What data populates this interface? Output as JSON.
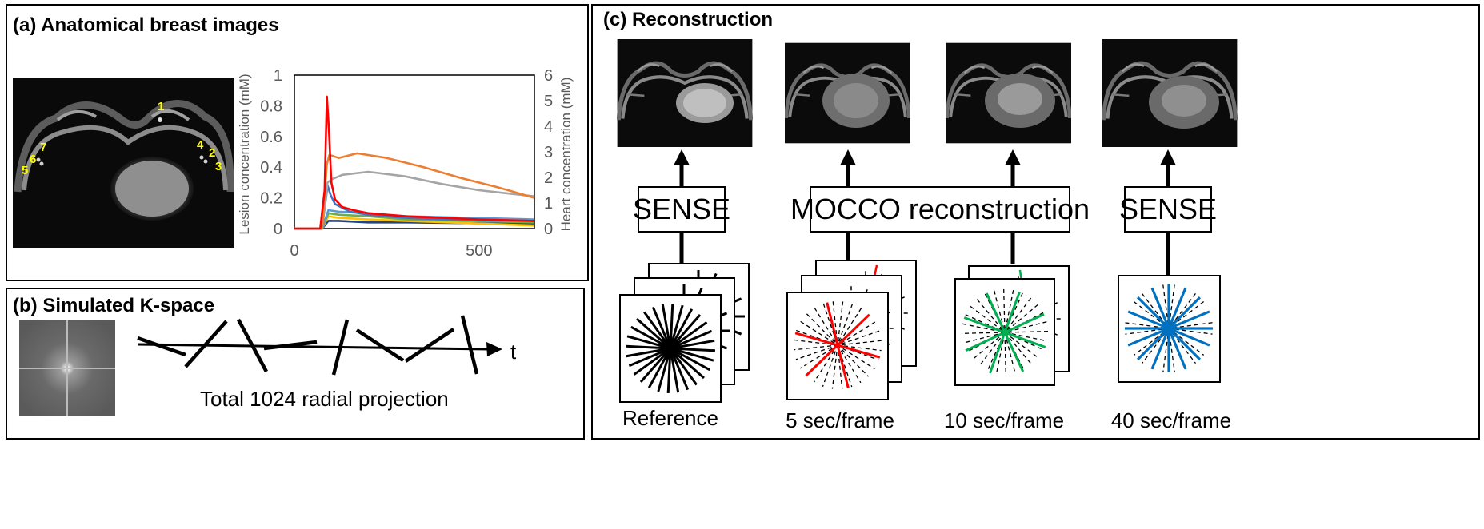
{
  "panel_a": {
    "title": "(a) Anatomical breast images",
    "markers": [
      "1",
      "2",
      "3",
      "4",
      "5",
      "6",
      "7"
    ]
  },
  "panel_b": {
    "title": "(b) Simulated K-space",
    "axis_label": "t",
    "caption": "Total 1024 radial projection"
  },
  "panel_c": {
    "title": "(c) Reconstruction",
    "boxes": [
      "SENSE",
      "MOCCO reconstruction",
      "SENSE"
    ],
    "captions": [
      "Reference",
      "5 sec/frame",
      "10 sec/frame",
      "40 sec/frame"
    ],
    "spoke_colors": {
      "reference": "#000000",
      "sec5": "#ff0000",
      "sec10": "#00b050",
      "sec40": "#0070c0"
    }
  },
  "chart_data": {
    "type": "line",
    "xlabel": "",
    "ylabel": "Lesion concentration (mM)",
    "y2label": "Heart concentration (mM)",
    "xlim": [
      0,
      650
    ],
    "ylim": [
      0,
      1
    ],
    "y2lim": [
      0,
      6
    ],
    "xticks": [
      "0",
      "500"
    ],
    "yticks": [
      "0",
      "0.2",
      "0.4",
      "0.6",
      "0.8",
      "1"
    ],
    "y2ticks": [
      "0",
      "1",
      "2",
      "3",
      "4",
      "5",
      "6"
    ],
    "grid": false,
    "series": [
      {
        "color": "#ff0000",
        "x": [
          0,
          70,
          82,
          88,
          94,
          100,
          110,
          130,
          160,
          200,
          300,
          400,
          500,
          650
        ],
        "y": [
          0,
          0,
          0.25,
          0.86,
          0.62,
          0.3,
          0.19,
          0.14,
          0.12,
          0.1,
          0.08,
          0.07,
          0.06,
          0.05
        ]
      },
      {
        "color": "#ed7d31",
        "x": [
          0,
          75,
          88,
          95,
          120,
          170,
          250,
          350,
          450,
          550,
          650
        ],
        "y": [
          0,
          0,
          0.42,
          0.48,
          0.46,
          0.49,
          0.46,
          0.4,
          0.33,
          0.27,
          0.2
        ]
      },
      {
        "color": "#a5a5a5",
        "x": [
          0,
          75,
          90,
          100,
          130,
          200,
          300,
          400,
          500,
          650
        ],
        "y": [
          0,
          0,
          0.3,
          0.32,
          0.35,
          0.37,
          0.34,
          0.29,
          0.25,
          0.21
        ]
      },
      {
        "color": "#4472c4",
        "x": [
          0,
          75,
          90,
          98,
          110,
          150,
          200,
          300,
          400,
          650
        ],
        "y": [
          0,
          0,
          0.28,
          0.22,
          0.16,
          0.11,
          0.09,
          0.07,
          0.06,
          0.05
        ]
      },
      {
        "color": "#5b9bd5",
        "x": [
          0,
          75,
          92,
          120,
          200,
          300,
          650
        ],
        "y": [
          0,
          0,
          0.12,
          0.11,
          0.1,
          0.08,
          0.06
        ]
      },
      {
        "color": "#70ad47",
        "x": [
          0,
          75,
          92,
          120,
          200,
          300,
          650
        ],
        "y": [
          0,
          0,
          0.1,
          0.09,
          0.08,
          0.06,
          0.04
        ]
      },
      {
        "color": "#ffc000",
        "x": [
          0,
          75,
          92,
          120,
          200,
          300,
          650
        ],
        "y": [
          0,
          0,
          0.08,
          0.07,
          0.06,
          0.05,
          0.02
        ]
      },
      {
        "color": "#264478",
        "x": [
          0,
          75,
          92,
          120,
          200,
          300,
          650
        ],
        "y": [
          0,
          0,
          0.05,
          0.05,
          0.04,
          0.04,
          0.03
        ]
      }
    ]
  }
}
